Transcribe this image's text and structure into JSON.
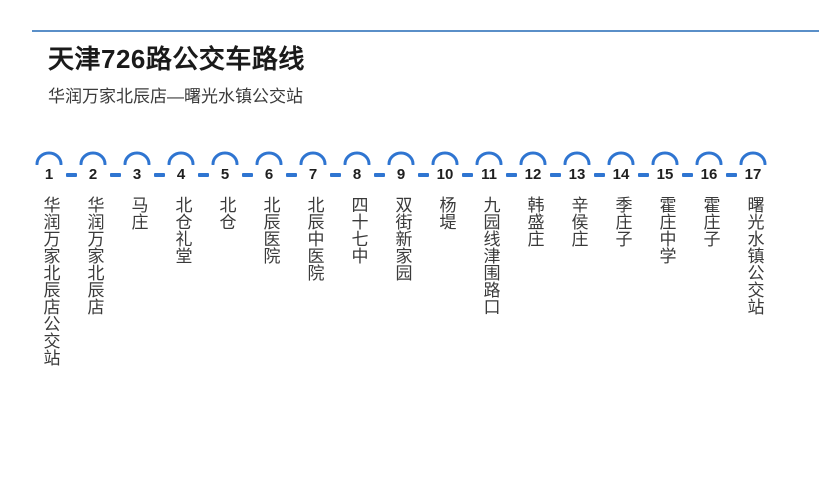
{
  "page": {
    "accent_color": "#5a8fc8",
    "line_color": "#2f75d1",
    "background": "#ffffff"
  },
  "header": {
    "title": "天津726路公交车路线",
    "subtitle": "华润万家北辰店—曙光水镇公交站"
  },
  "route": {
    "stops": [
      {
        "number": "1",
        "name": "华润万家北辰店公交站"
      },
      {
        "number": "2",
        "name": "华润万家北辰店"
      },
      {
        "number": "3",
        "name": "马庄"
      },
      {
        "number": "4",
        "name": "北仓礼堂"
      },
      {
        "number": "5",
        "name": "北仓"
      },
      {
        "number": "6",
        "name": "北辰医院"
      },
      {
        "number": "7",
        "name": "北辰中医院"
      },
      {
        "number": "8",
        "name": "四十七中"
      },
      {
        "number": "9",
        "name": "双街新家园"
      },
      {
        "number": "10",
        "name": "杨堤"
      },
      {
        "number": "11",
        "name": "九园线津围路口"
      },
      {
        "number": "12",
        "name": "韩盛庄"
      },
      {
        "number": "13",
        "name": "辛侯庄"
      },
      {
        "number": "14",
        "name": "季庄子"
      },
      {
        "number": "15",
        "name": "霍庄中学"
      },
      {
        "number": "16",
        "name": "霍庄子"
      },
      {
        "number": "17",
        "name": "曙光水镇公交站"
      }
    ],
    "connector_icon": "dash-icon",
    "stop_icon": "arc-icon"
  }
}
